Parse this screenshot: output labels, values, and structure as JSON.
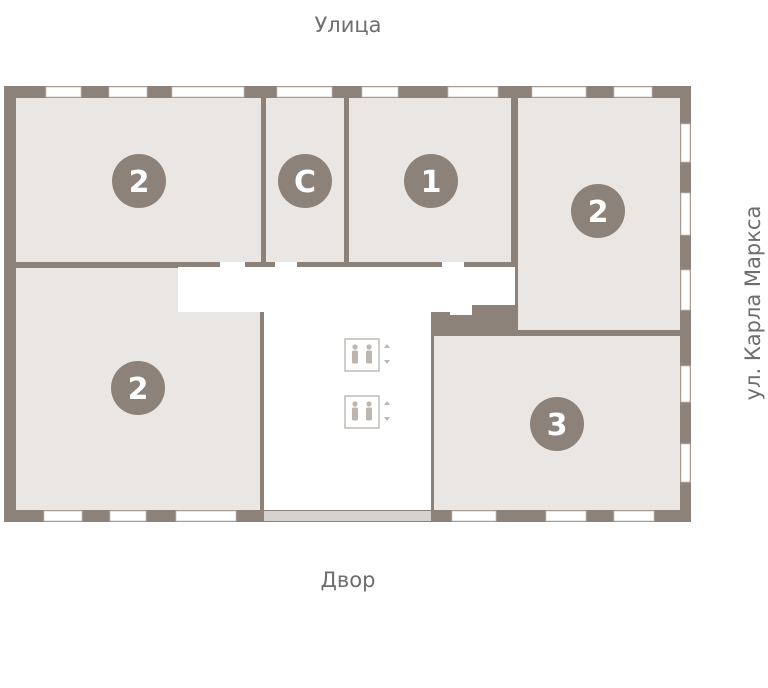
{
  "labels": {
    "top": "Улица",
    "bottom": "Двор",
    "right": "ул. Карла Маркса"
  },
  "rooms": [
    {
      "id": "top-left",
      "label": "2"
    },
    {
      "id": "top-small",
      "label": "С"
    },
    {
      "id": "top-mid",
      "label": "1"
    },
    {
      "id": "right-top",
      "label": "2"
    },
    {
      "id": "bottom-left",
      "label": "2"
    },
    {
      "id": "bottom-right",
      "label": "3"
    }
  ],
  "icons": [
    "elevator-icon",
    "elevator-icon"
  ],
  "colors": {
    "wall": "#8c8279",
    "room_fill": "#e9e6e3",
    "badge": "#8c8279",
    "label_text": "#6e6e6e",
    "window": "#ffffff"
  }
}
